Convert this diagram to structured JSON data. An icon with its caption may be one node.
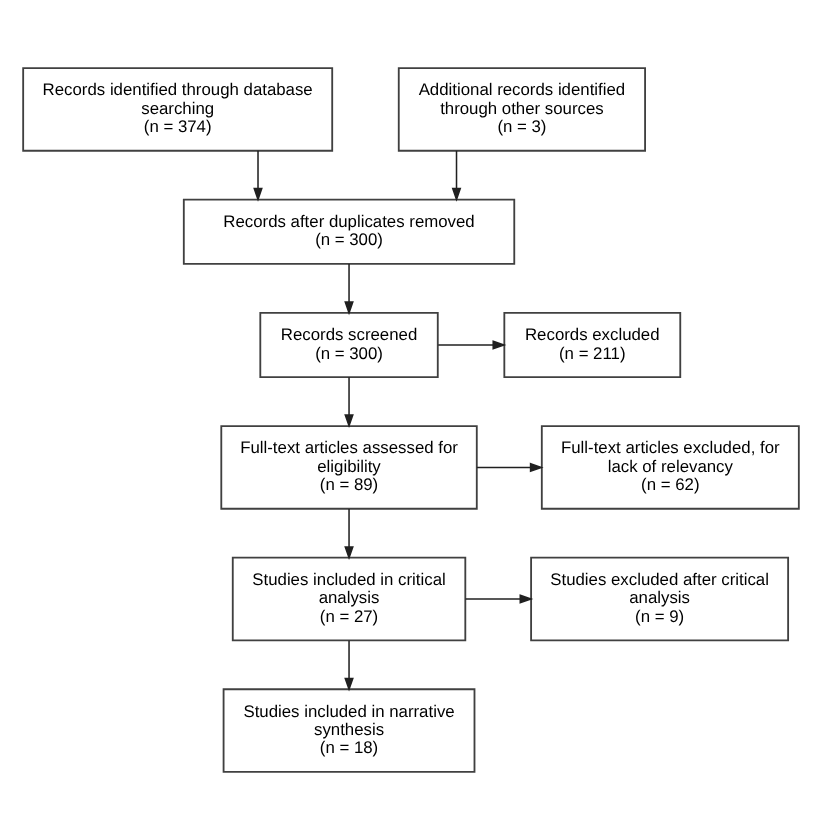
{
  "diagram": {
    "nodes": [
      {
        "text": [
          "Records identified through database searching",
          "(n = 374)"
        ]
      },
      {
        "text": [
          "Additional records identified through other sources",
          "(n = 3)"
        ]
      },
      {
        "text": [
          "Records after duplicates removed",
          "(n = 300)"
        ]
      },
      {
        "text": [
          "Records screened",
          "(n = 300)"
        ]
      },
      {
        "text": [
          "Records excluded",
          "(n = 211)"
        ]
      },
      {
        "text": [
          "Full-text articles assessed for eligibility",
          "(n = 89)"
        ]
      },
      {
        "text": [
          "Full-text articles excluded, for lack of relevancy",
          "(n = 62)"
        ]
      },
      {
        "text": [
          "Studies included in critical analysis",
          "(n = 27)"
        ]
      },
      {
        "text": [
          "Studies excluded after critical analysis",
          "(n = 9)"
        ]
      },
      {
        "text": [
          "Studies included in narrative synthesis",
          "(n = 18)"
        ]
      }
    ],
    "edges": [
      {
        "from": 0,
        "to": 2,
        "arrow": "to"
      },
      {
        "from": 1,
        "to": 2,
        "arrow": "to"
      },
      {
        "from": 2,
        "to": 3,
        "arrow": "to"
      },
      {
        "from": 3,
        "to": 4,
        "arrow": "to"
      },
      {
        "from": 3,
        "to": 5,
        "arrow": "to"
      },
      {
        "from": 5,
        "to": 6,
        "arrow": "to"
      },
      {
        "from": 5,
        "to": 7,
        "arrow": "to"
      },
      {
        "from": 7,
        "to": 8,
        "arrow": "to"
      },
      {
        "from": 7,
        "to": 9,
        "arrow": "to"
      }
    ]
  }
}
